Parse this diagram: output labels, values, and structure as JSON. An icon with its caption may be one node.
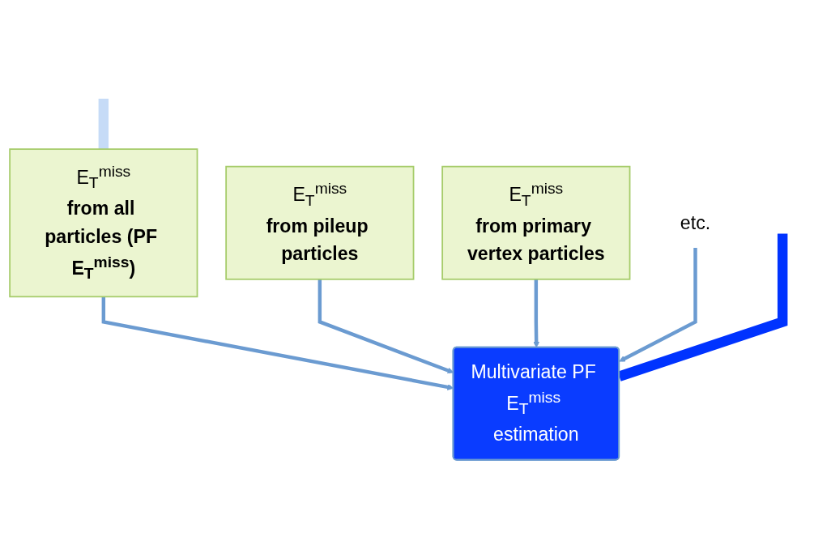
{
  "diagram": {
    "nodes": [
      {
        "text": [
          "E$_{T}$$^{miss}$",
          "from all particles (PF E$_{T}$$^{miss}$)"
        ]
      },
      {
        "text": [
          "E$_{T}$$^{miss}$",
          "from pileup particles"
        ]
      },
      {
        "text": [
          "E$_{T}$$^{miss}$",
          "from primary vertex particles"
        ]
      },
      {
        "text": [
          "etc."
        ]
      },
      {
        "text": [
          "Multivariate PF E$_{T}$$^{miss}$ estimation"
        ]
      }
    ],
    "edges": [
      {
        "from": 0,
        "to": 4,
        "arrow": "to"
      },
      {
        "from": 1,
        "to": 4,
        "arrow": "to"
      },
      {
        "from": 2,
        "to": 4,
        "arrow": "to"
      },
      {
        "from": 3,
        "to": 4,
        "arrow": "to"
      },
      {
        "from": null,
        "to": 0,
        "arrow": "none",
        "style": "thick",
        "color": "#c6dbf7"
      },
      {
        "from": null,
        "to": 4,
        "arrow": "none",
        "style": "thick",
        "color": "#0033ff"
      }
    ]
  }
}
